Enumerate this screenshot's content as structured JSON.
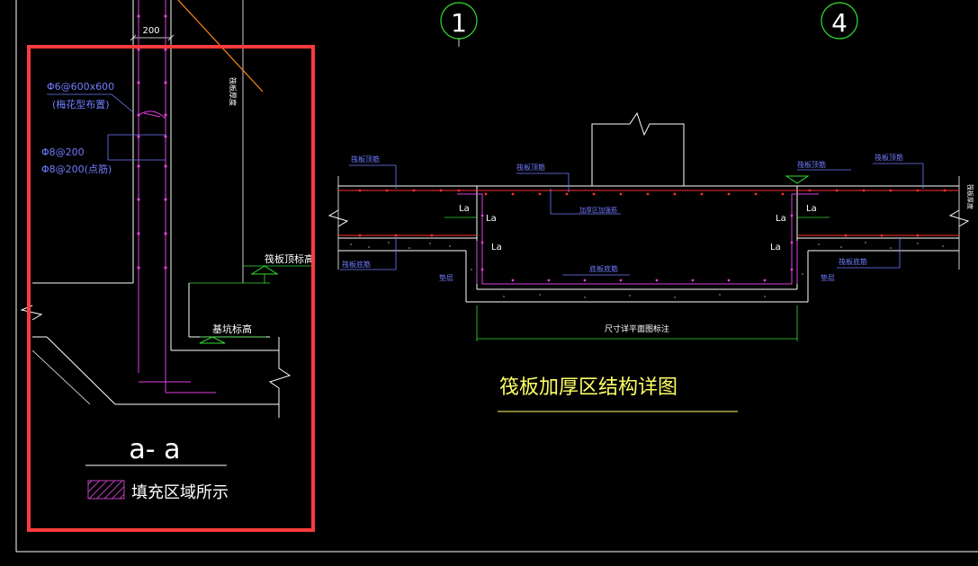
{
  "colors": {
    "background": "#000000",
    "line": "#ffffff",
    "rebar": "#ff3030",
    "stirrup": "#e040e0",
    "dim": "#33dd33",
    "label": "#6f7cff",
    "title": "#ffff66",
    "highlight": "#ff3b3b",
    "hatch": "#c040c0"
  },
  "axes": {
    "left_bubble": "1",
    "right_bubble": "4"
  },
  "section_aa": {
    "dim_width": "200",
    "label_stirrup": "Φ6@600x600",
    "label_stirrup_note": "(梅花型布置)",
    "label_bar1": "Φ8@200",
    "label_bar2": "Φ8@200(点筋)",
    "label_vertical": "筏板厚度",
    "elev_raft_top": "筏板顶标高",
    "elev_pit_bottom": "基坑标高",
    "section_name": "a- a",
    "legend_text": "填充区域所示"
  },
  "detail": {
    "title": "筏板加厚区结构详图",
    "label_top_left": "筏板顶筋",
    "label_top_mid": "筏板顶筋",
    "label_add_bar": "加厚区加强筋",
    "label_top_right": "筏板顶筋",
    "label_top_far_right": "筏板顶筋",
    "la1": "La",
    "la2": "La",
    "la3": "La",
    "la4": "La",
    "la5": "La",
    "la6": "La",
    "label_bottom_left": "筏板底筋",
    "label_cushion_left": "垫层",
    "label_bottom_mid": "底板底筋",
    "label_bottom_right": "筏板底筋",
    "label_cushion_right": "垫层",
    "dim_note": "尺寸详平面图标注",
    "edge_label": "筏板厚度"
  }
}
